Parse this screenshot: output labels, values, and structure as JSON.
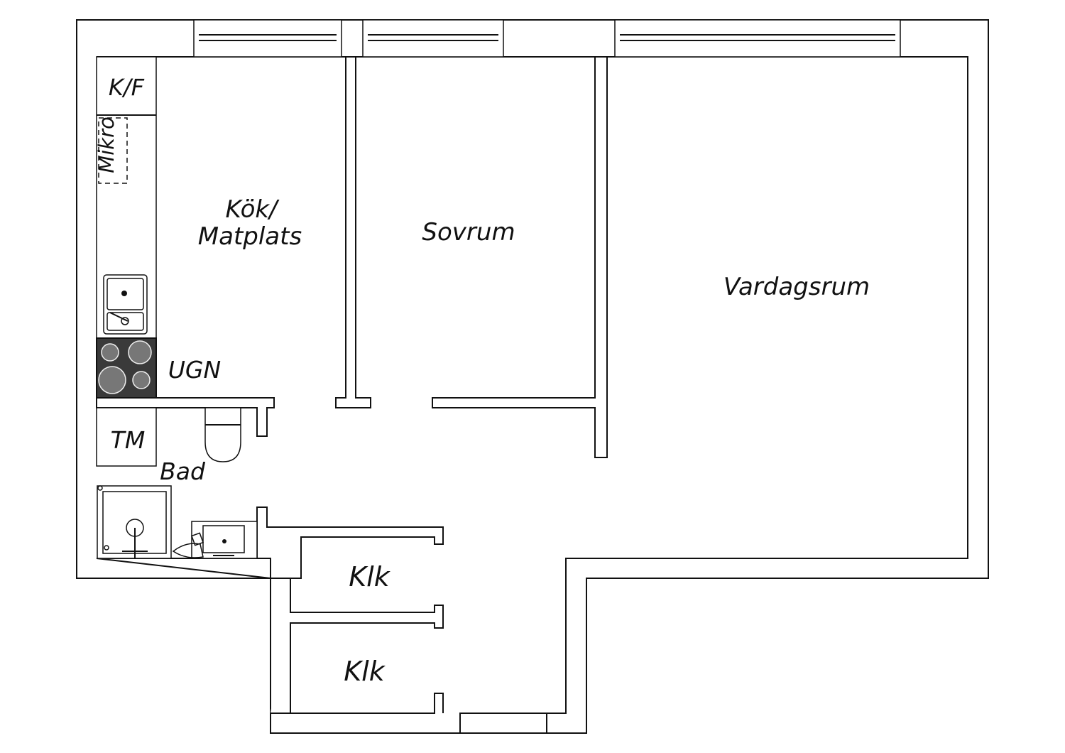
{
  "rooms": {
    "kok_line1": "Kök/",
    "kok_line2": "Matplats",
    "sovrum": "Sovrum",
    "vardagsrum": "Vardagsrum",
    "bad": "Bad",
    "klk_upper": "Klk",
    "klk_lower": "Klk"
  },
  "fixtures": {
    "fridge_freezer": "K/F",
    "microwave": "Mikro",
    "oven": "UGN",
    "washing_machine": "TM"
  },
  "colors": {
    "wall_stroke": "#111111",
    "stove_fill": "#3a3a3a",
    "background": "#ffffff"
  }
}
